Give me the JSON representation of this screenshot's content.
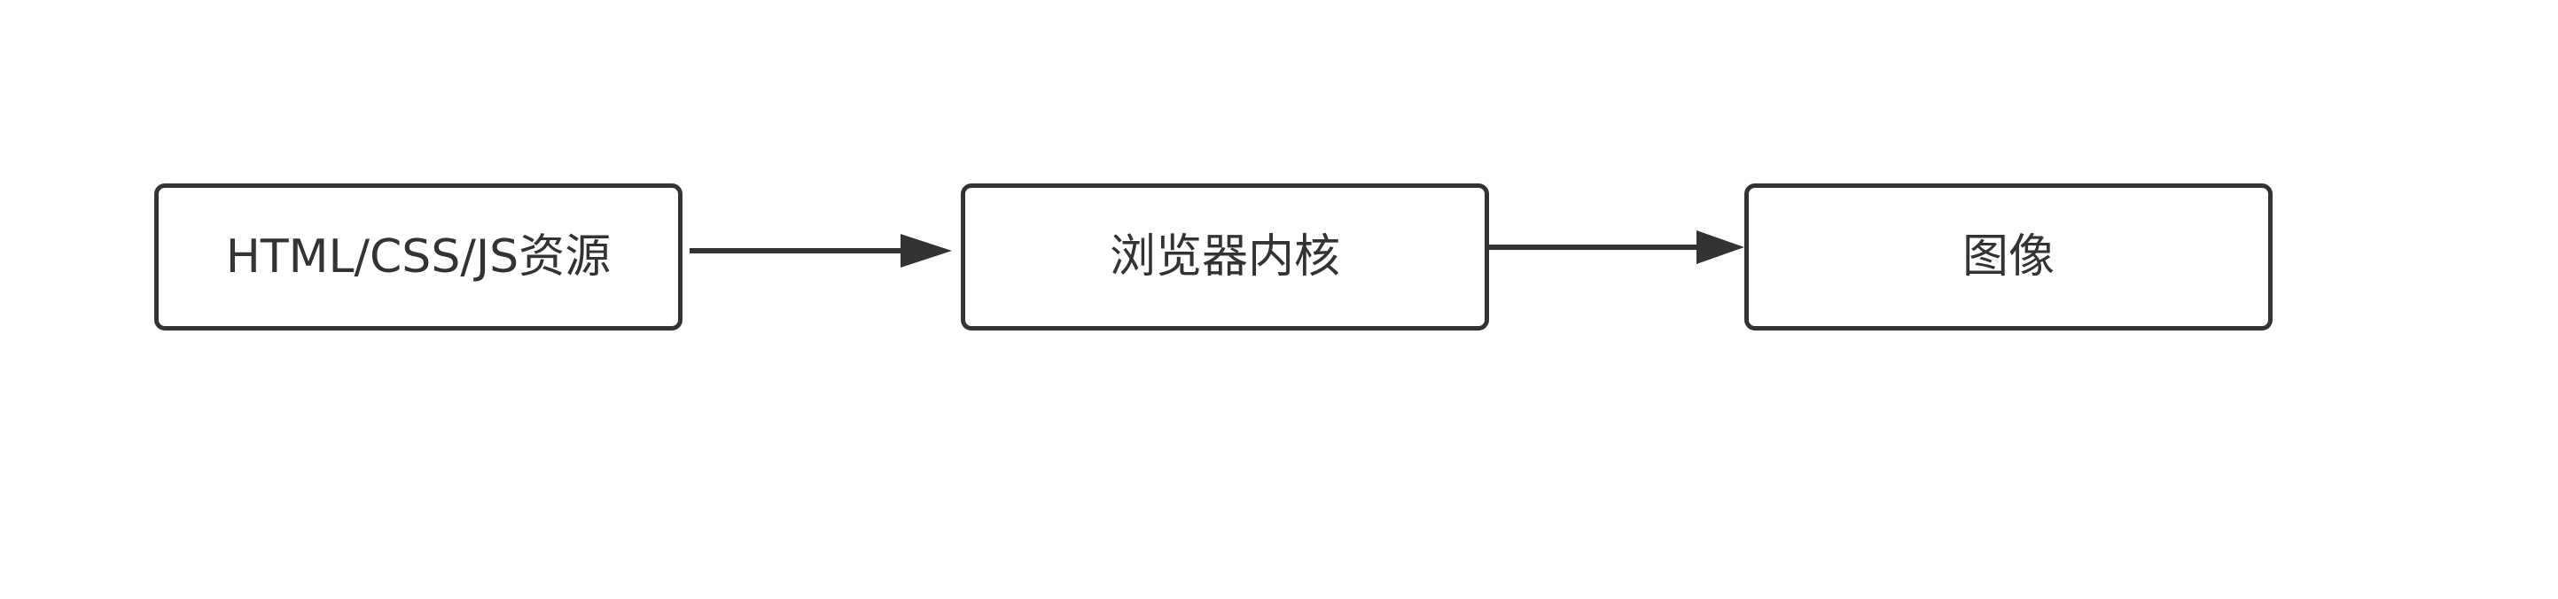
{
  "diagram": {
    "nodes": [
      {
        "id": "resources",
        "label": "HTML/CSS/JS资源"
      },
      {
        "id": "engine",
        "label": "浏览器内核"
      },
      {
        "id": "image",
        "label": "图像"
      }
    ],
    "edges": [
      {
        "from": "resources",
        "to": "engine"
      },
      {
        "from": "engine",
        "to": "image"
      }
    ],
    "colors": {
      "stroke": "#333333",
      "text": "#333333",
      "background": "#ffffff"
    }
  }
}
